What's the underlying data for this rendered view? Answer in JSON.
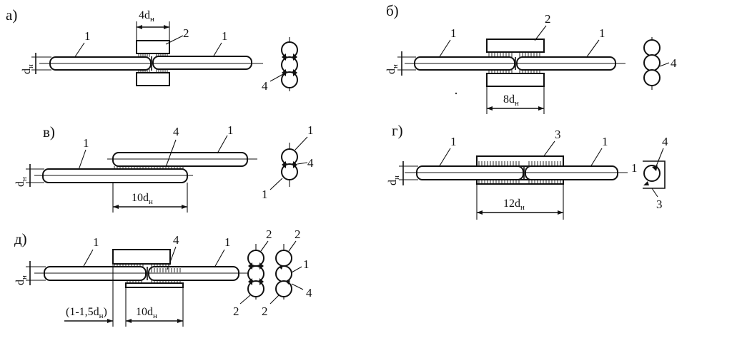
{
  "panels": {
    "a": {
      "letter": "а)",
      "dim_top": "4d",
      "dim_top_sub": "н",
      "dia": "d",
      "dia_sub": "н",
      "callouts": [
        "1",
        "2",
        "1"
      ],
      "section_callout": "4"
    },
    "b": {
      "letter": "б)",
      "dim_bottom": "8d",
      "dim_bottom_sub": "н",
      "dia": "d",
      "dia_sub": "н",
      "callouts": [
        "1",
        "2",
        "1"
      ],
      "section_callout": "4"
    },
    "v": {
      "letter": "в)",
      "dim_bottom": "10d",
      "dim_bottom_sub": "н",
      "dia": "d",
      "dia_sub": "н",
      "callouts": [
        "1",
        "4",
        "1"
      ],
      "section_callouts": [
        "1",
        "4",
        "1"
      ]
    },
    "g": {
      "letter": "г)",
      "dim_bottom": "12d",
      "dim_bottom_sub": "н",
      "dia": "d",
      "dia_sub": "н",
      "callouts": [
        "1",
        "3",
        "1"
      ],
      "section_callouts": [
        "4",
        "1",
        "3"
      ]
    },
    "d": {
      "letter": "д)",
      "dim_left": "(1-1,5d",
      "dim_left_sub": "н",
      "dim_left_end": ")",
      "dim_right": "10d",
      "dim_right_sub": "н",
      "dia": "d",
      "dia_sub": "н",
      "callouts": [
        "1",
        "4",
        "1"
      ],
      "section_callouts": [
        "2",
        "2",
        "1",
        "2",
        "2",
        "4"
      ]
    }
  }
}
